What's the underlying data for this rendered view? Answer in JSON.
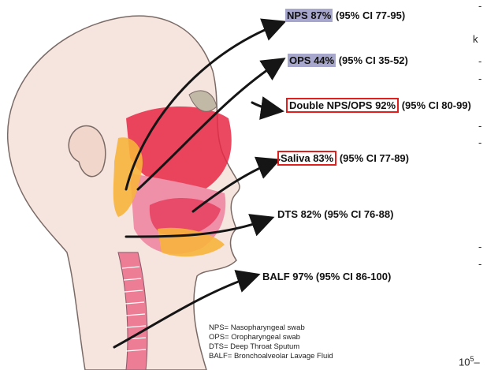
{
  "labels": {
    "nps": {
      "highlight": "NPS 87%",
      "ci": "(95% CI 77-95)"
    },
    "ops": {
      "highlight": "OPS 44%",
      "ci": "(95% CI 35-52)"
    },
    "double": {
      "highlight": "Double NPS/OPS 92%",
      "ci": "(95% CI 80-99)"
    },
    "saliva": {
      "highlight": "Saliva 83%",
      "ci": "(95% CI 77-89)"
    },
    "dts": {
      "text": "DTS 82% (95% CI 76-88)"
    },
    "balf": {
      "text": "BALF 97% (95% CI 86-100)"
    }
  },
  "legend": [
    "NPS= Nasopharyngeal swab",
    "OPS= Oropharyngeal swab",
    "DTS= Deep Throat Sputum",
    "BALF= Bronchoalveolar Lavage Fluid"
  ],
  "side_fragments": {
    "k": "k",
    "dashes": [
      "-",
      "-",
      "-",
      "-",
      "-",
      "-",
      "-"
    ],
    "footer": "10",
    "footer_sup": "5",
    "footer_tail": "–"
  },
  "colors": {
    "highlight_bg": "#a7a7cd",
    "box_border": "#e0201e",
    "skin": "#f6e4de",
    "outline": "#7a6a66",
    "cavity_red": "#e82845",
    "cavity_pink": "#ef8fa8",
    "gland_yellow": "#f7b43c",
    "arrow": "#151515"
  },
  "icons": [
    "head-anatomy-illustration",
    "arrow-icon"
  ]
}
